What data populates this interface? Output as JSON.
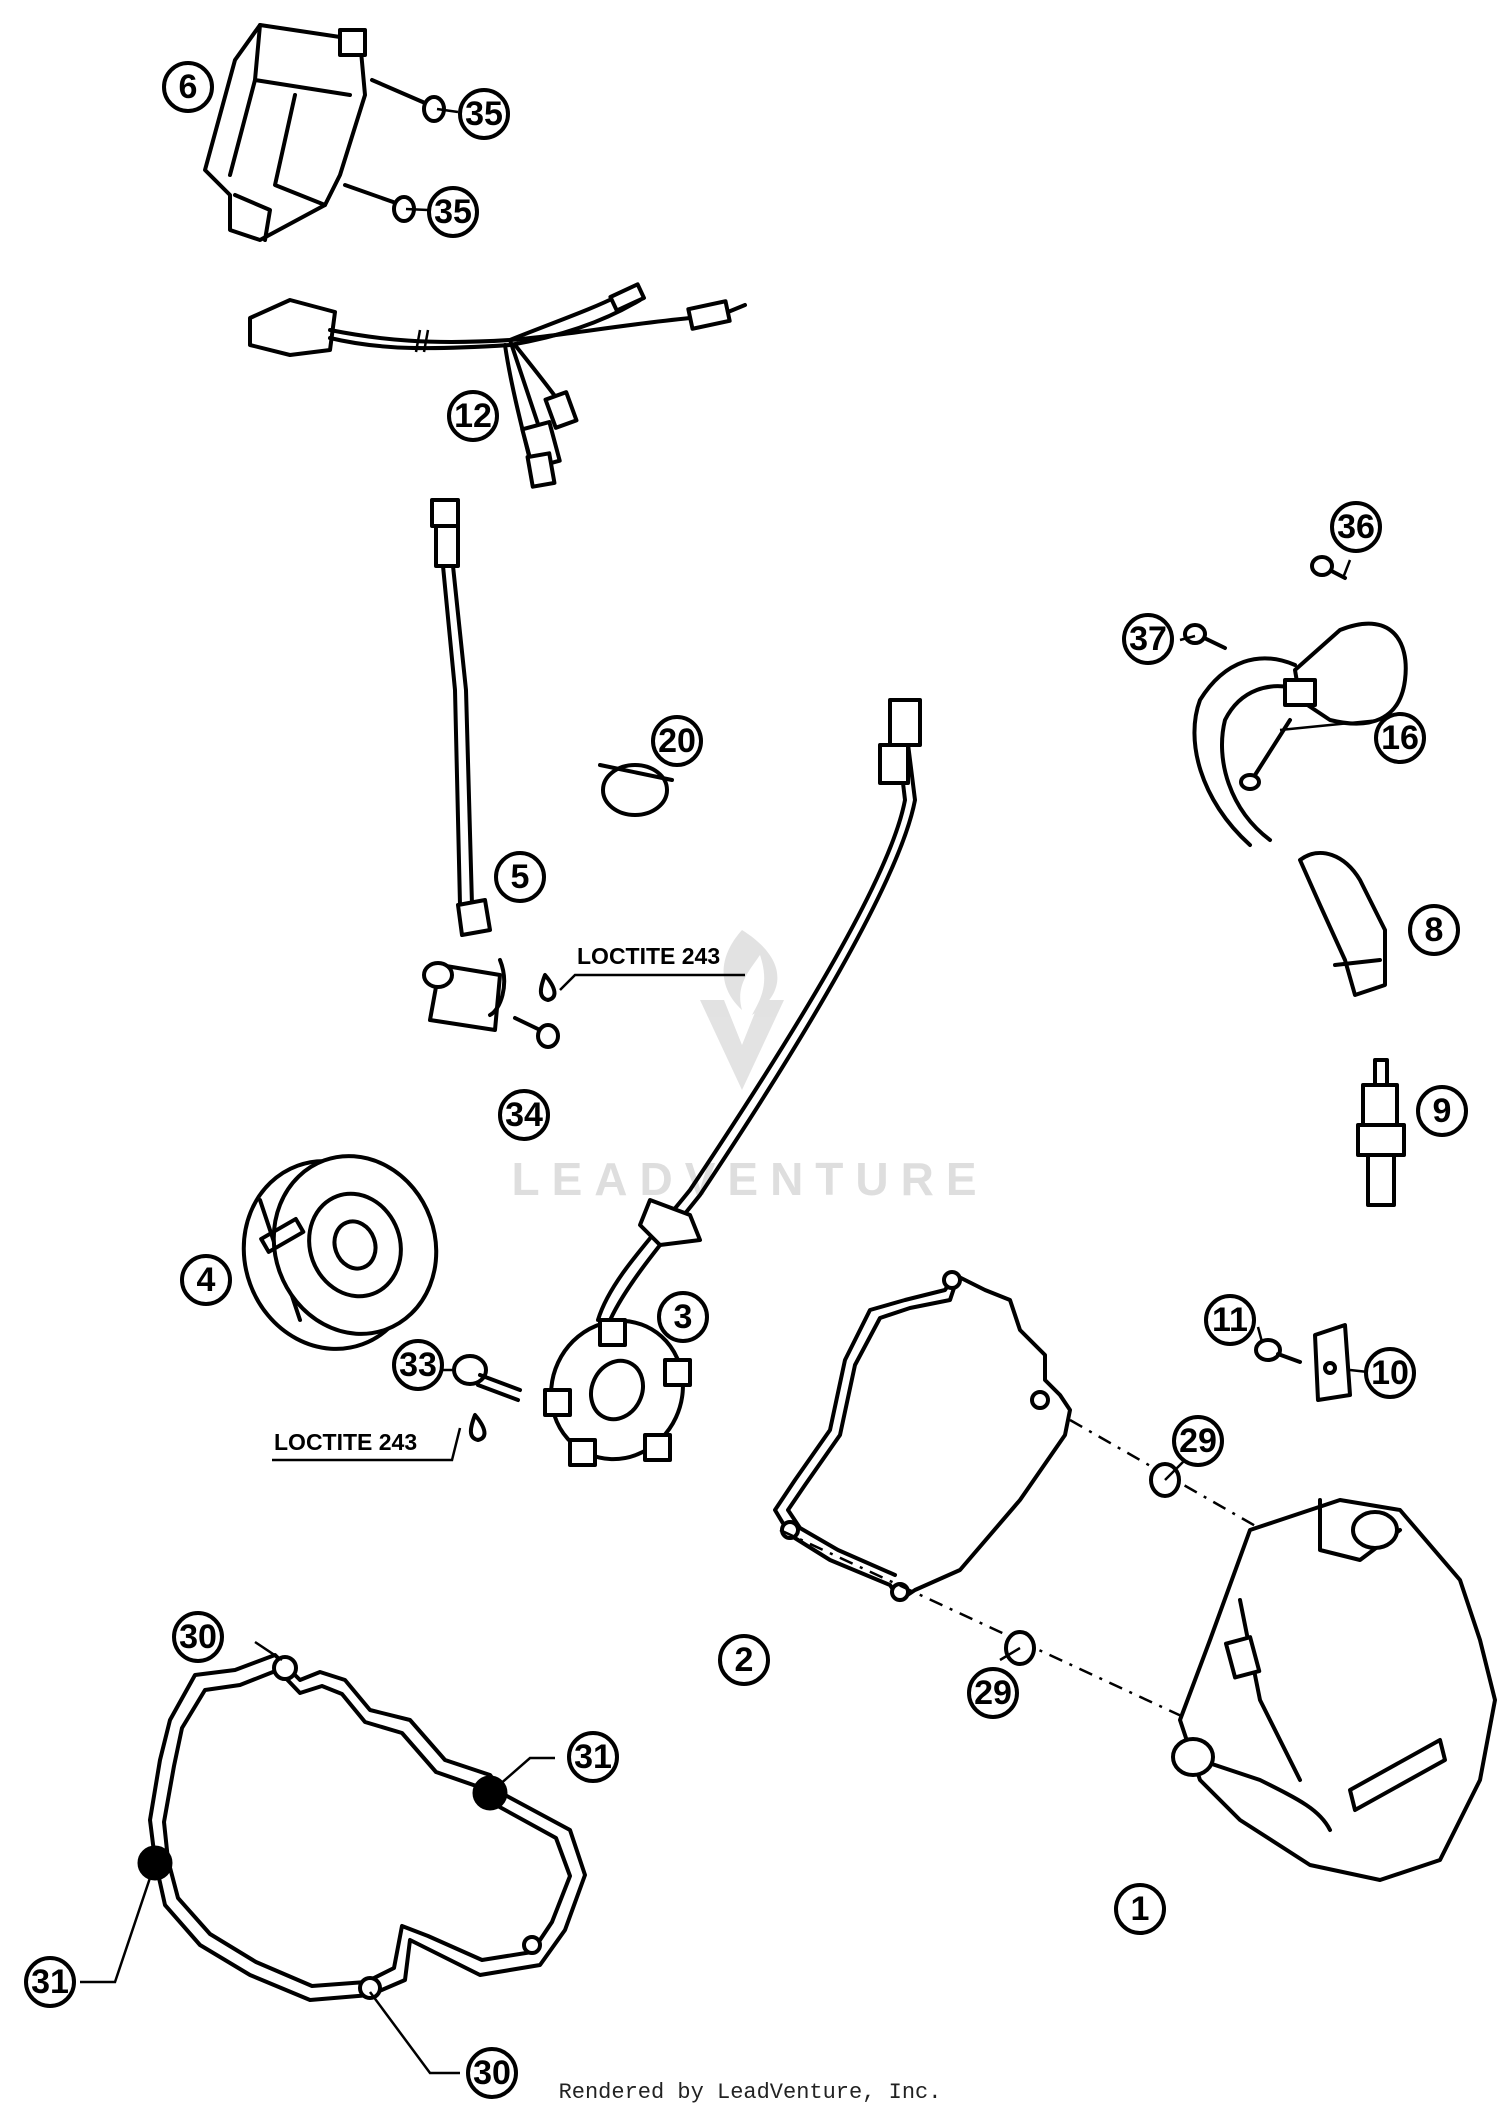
{
  "callouts": [
    {
      "id": "6",
      "label": "6"
    },
    {
      "id": "35a",
      "label": "35"
    },
    {
      "id": "35b",
      "label": "35"
    },
    {
      "id": "12",
      "label": "12"
    },
    {
      "id": "36",
      "label": "36"
    },
    {
      "id": "37",
      "label": "37"
    },
    {
      "id": "16",
      "label": "16"
    },
    {
      "id": "20",
      "label": "20"
    },
    {
      "id": "5",
      "label": "5"
    },
    {
      "id": "8",
      "label": "8"
    },
    {
      "id": "9",
      "label": "9"
    },
    {
      "id": "34",
      "label": "34"
    },
    {
      "id": "4",
      "label": "4"
    },
    {
      "id": "3",
      "label": "3"
    },
    {
      "id": "33",
      "label": "33"
    },
    {
      "id": "11",
      "label": "11"
    },
    {
      "id": "10",
      "label": "10"
    },
    {
      "id": "29a",
      "label": "29"
    },
    {
      "id": "29b",
      "label": "29"
    },
    {
      "id": "2",
      "label": "2"
    },
    {
      "id": "30a",
      "label": "30"
    },
    {
      "id": "31a",
      "label": "31"
    },
    {
      "id": "31b",
      "label": "31"
    },
    {
      "id": "30b",
      "label": "30"
    },
    {
      "id": "1",
      "label": "1"
    }
  ],
  "notes": {
    "loctite_upper": "LOCTITE 243",
    "loctite_lower": "LOCTITE 243"
  },
  "watermark": "LEADVENTURE",
  "footer": "Rendered by LeadVenture, Inc."
}
